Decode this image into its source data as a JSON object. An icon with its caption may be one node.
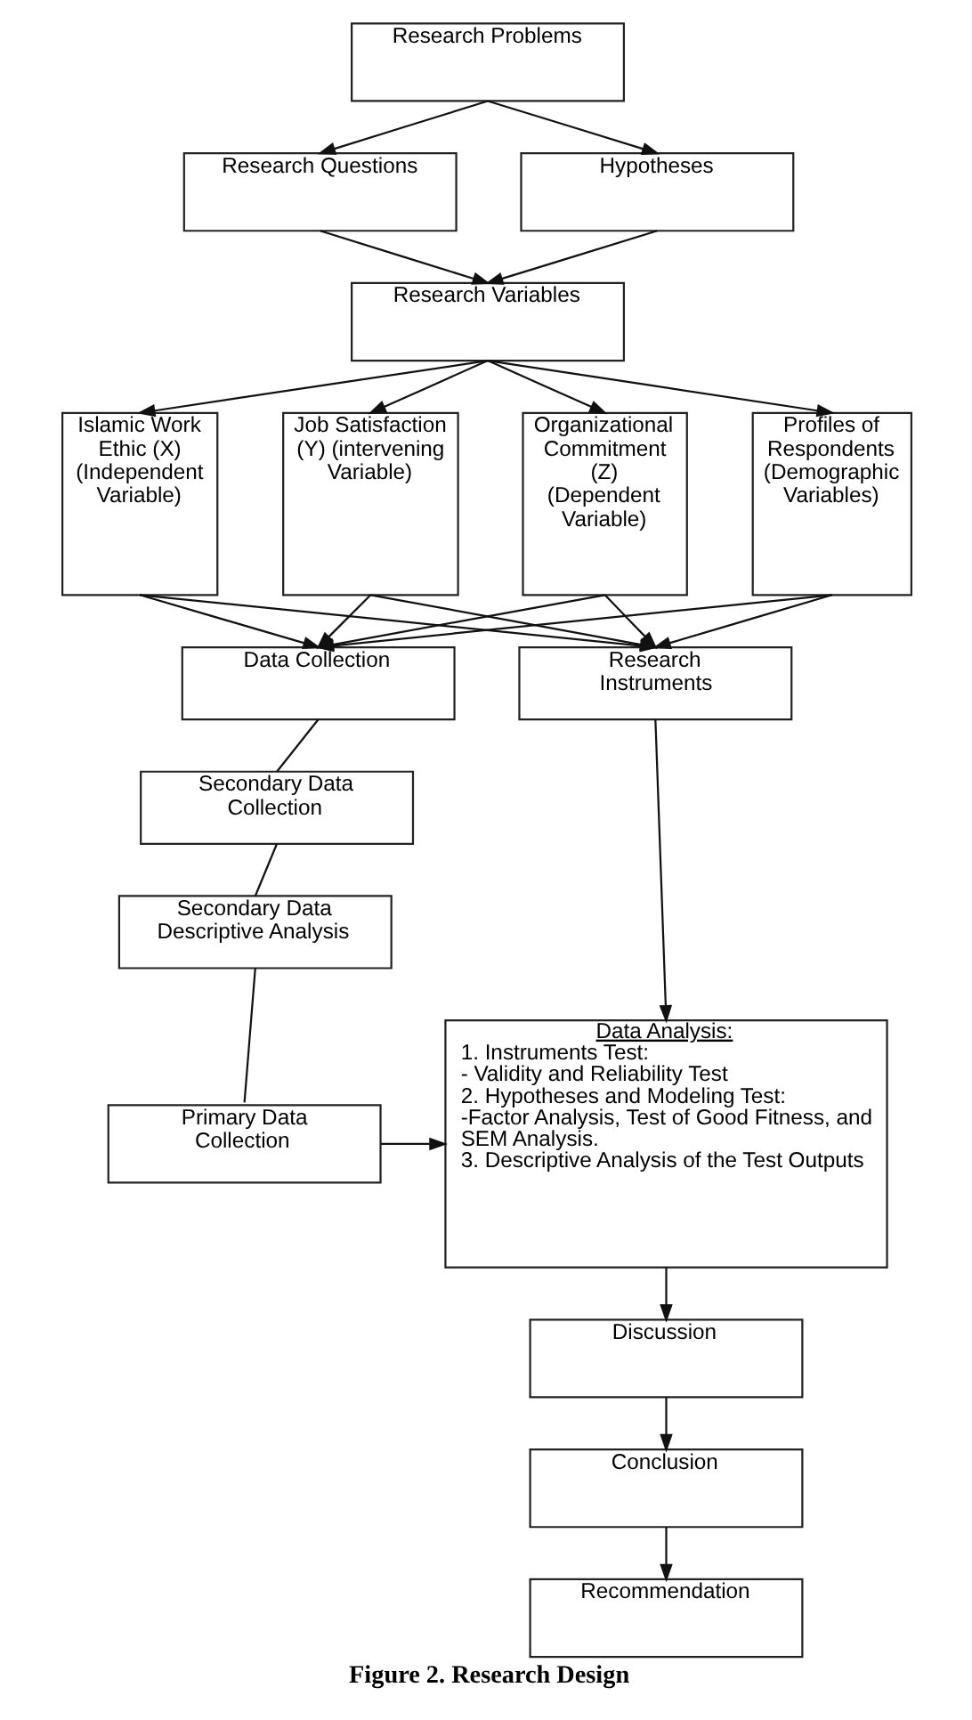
{
  "diagram": {
    "caption": "Figure 2. Research Design",
    "nodes": [
      {
        "text": [
          "Research Problems"
        ]
      },
      {
        "text": [
          "Research Questions"
        ]
      },
      {
        "text": [
          "Hypotheses"
        ]
      },
      {
        "text": [
          "Research Variables"
        ]
      },
      {
        "text": [
          "Islamic Work Ethic (X) (Independent Variable)"
        ]
      },
      {
        "text": [
          "Job Satisfaction (Y) (intervening Variable)"
        ]
      },
      {
        "text": [
          "Organizational Commitment (Z) (Dependent Variable)"
        ]
      },
      {
        "text": [
          "Profiles of Respondents (Demographic Variables)"
        ]
      },
      {
        "text": [
          "Data Collection"
        ]
      },
      {
        "text": [
          "Research Instruments"
        ]
      },
      {
        "text": [
          "Secondary Data Collection"
        ]
      },
      {
        "text": [
          "Secondary Data Descriptive Analysis"
        ]
      },
      {
        "text": [
          "Primary Data Collection"
        ]
      },
      {
        "text": [
          "Data Analysis:",
          "1. Instruments Test:",
          "- Validity and Reliability Test",
          "2. Hypotheses and Modeling Test:",
          "-Factor Analysis, Test of Good Fitness, and SEM Analysis.",
          "3. Descriptive Analysis of the Test Outputs"
        ]
      },
      {
        "text": [
          "Discussion"
        ]
      },
      {
        "text": [
          "Conclusion"
        ]
      },
      {
        "text": [
          "Recommendation"
        ]
      }
    ],
    "edges": [
      {
        "from": 0,
        "to": 1,
        "arrow": "to"
      },
      {
        "from": 0,
        "to": 2,
        "arrow": "to"
      },
      {
        "from": 1,
        "to": 3,
        "arrow": "to"
      },
      {
        "from": 2,
        "to": 3,
        "arrow": "to"
      },
      {
        "from": 3,
        "to": 4,
        "arrow": "to"
      },
      {
        "from": 3,
        "to": 5,
        "arrow": "to"
      },
      {
        "from": 3,
        "to": 6,
        "arrow": "to"
      },
      {
        "from": 3,
        "to": 7,
        "arrow": "to"
      },
      {
        "from": 4,
        "to": 8,
        "arrow": "to"
      },
      {
        "from": 5,
        "to": 8,
        "arrow": "to"
      },
      {
        "from": 6,
        "to": 8,
        "arrow": "to"
      },
      {
        "from": 7,
        "to": 8,
        "arrow": "to"
      },
      {
        "from": 4,
        "to": 9,
        "arrow": "to"
      },
      {
        "from": 5,
        "to": 9,
        "arrow": "to"
      },
      {
        "from": 6,
        "to": 9,
        "arrow": "to"
      },
      {
        "from": 7,
        "to": 9,
        "arrow": "to"
      },
      {
        "from": 8,
        "to": 10,
        "arrow": "none"
      },
      {
        "from": 10,
        "to": 11,
        "arrow": "none"
      },
      {
        "from": 11,
        "to": 12,
        "arrow": "none"
      },
      {
        "from": 9,
        "to": 13,
        "arrow": "to"
      },
      {
        "from": 12,
        "to": 13,
        "arrow": "to"
      },
      {
        "from": 13,
        "to": 14,
        "arrow": "to"
      },
      {
        "from": 14,
        "to": 15,
        "arrow": "to"
      },
      {
        "from": 15,
        "to": 16,
        "arrow": "to"
      }
    ]
  }
}
